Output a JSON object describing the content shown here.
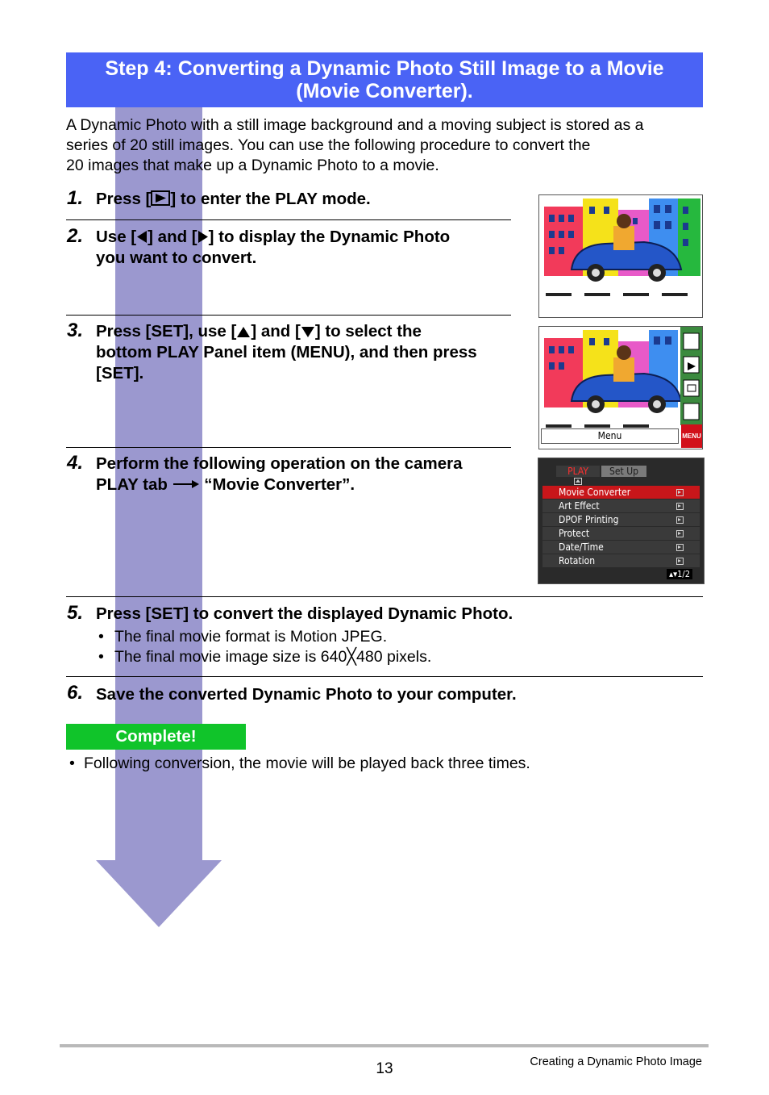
{
  "header": {
    "title_line1": "Step 4: Converting a Dynamic Photo Still Image to a Movie",
    "title_line2": "(Movie Converter)."
  },
  "intro": {
    "line1": "A Dynamic Photo with a still image background and a moving subject is stored as a",
    "line2": "series of 20 still images. You can use the following procedure to convert the",
    "line3": "20 images that make up a Dynamic Photo to a movie."
  },
  "steps": [
    {
      "num": "1.",
      "before": "Press [",
      "after": "] to enter the PLAY mode."
    },
    {
      "num": "2.",
      "p1": "Use [",
      "p2": "] and [",
      "p3": "] to display the Dynamic Photo",
      "line2": "you want to convert."
    },
    {
      "num": "3.",
      "p1": "Press [SET], use [",
      "p2": "] and [",
      "p3": "] to select the",
      "line2": "bottom PLAY Panel item (MENU), and then press",
      "line3": "[SET]."
    },
    {
      "num": "4.",
      "line1": "Perform the following operation on the camera",
      "line2_a": "PLAY tab",
      "line2_b": "“Movie Converter”."
    },
    {
      "num": "5.",
      "text": "Press [SET] to convert the displayed Dynamic Photo.",
      "bullets": [
        "The final movie format is Motion JPEG.",
        "The final movie image size is 640╳480 pixels."
      ]
    },
    {
      "num": "6.",
      "text": "Save the converted Dynamic Photo to your computer."
    }
  ],
  "complete": {
    "label": "Complete!",
    "note": "Following conversion, the movie will be played back three times."
  },
  "camera_panel": {
    "menu_label": "Menu",
    "menu_button": "MENU"
  },
  "camera_menu": {
    "tab_play": "PLAY",
    "tab_setup": "Set Up",
    "items": [
      "Movie Converter",
      "Art Effect",
      "DPOF Printing",
      "Protect",
      "Date/Time",
      "Rotation"
    ],
    "page": "1/2"
  },
  "footer": {
    "page_number": "13",
    "section": "Creating a Dynamic Photo Image"
  },
  "colors": {
    "title_bar": "#4a63f5",
    "arrow": "#9b98cf",
    "complete": "#10c42a",
    "menu_selected": "#c8161a"
  },
  "icons": [
    "play-key-icon",
    "left-key-icon",
    "right-key-icon",
    "up-key-icon",
    "down-key-icon",
    "arrow-right-icon"
  ]
}
